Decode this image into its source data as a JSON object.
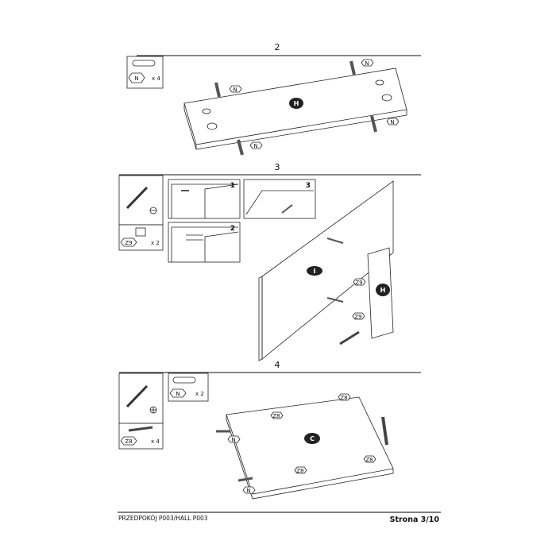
{
  "steps": [
    {
      "number": "2",
      "parts": [
        {
          "code": "N",
          "qty": "x 4"
        }
      ],
      "board_label": "H",
      "callouts": [
        "N",
        "N",
        "N",
        "N"
      ]
    },
    {
      "number": "3",
      "parts": [
        {
          "code": "Z9",
          "qty": "x 2"
        }
      ],
      "sub_steps": [
        "1",
        "2",
        "3"
      ],
      "board_labels": [
        "I",
        "H"
      ],
      "callouts": [
        "Z9",
        "Z9"
      ]
    },
    {
      "number": "4",
      "parts": [
        {
          "code": "N",
          "qty": "x 2"
        },
        {
          "code": "Z8",
          "qty": "x 4"
        }
      ],
      "board_label": "C",
      "callouts": [
        "Z8",
        "Z8",
        "Z8",
        "Z8",
        "N",
        "N"
      ]
    }
  ],
  "footer": {
    "left": "PRZEDPOKÓJ P003/HALL P003",
    "right": "Strona 3/10"
  }
}
